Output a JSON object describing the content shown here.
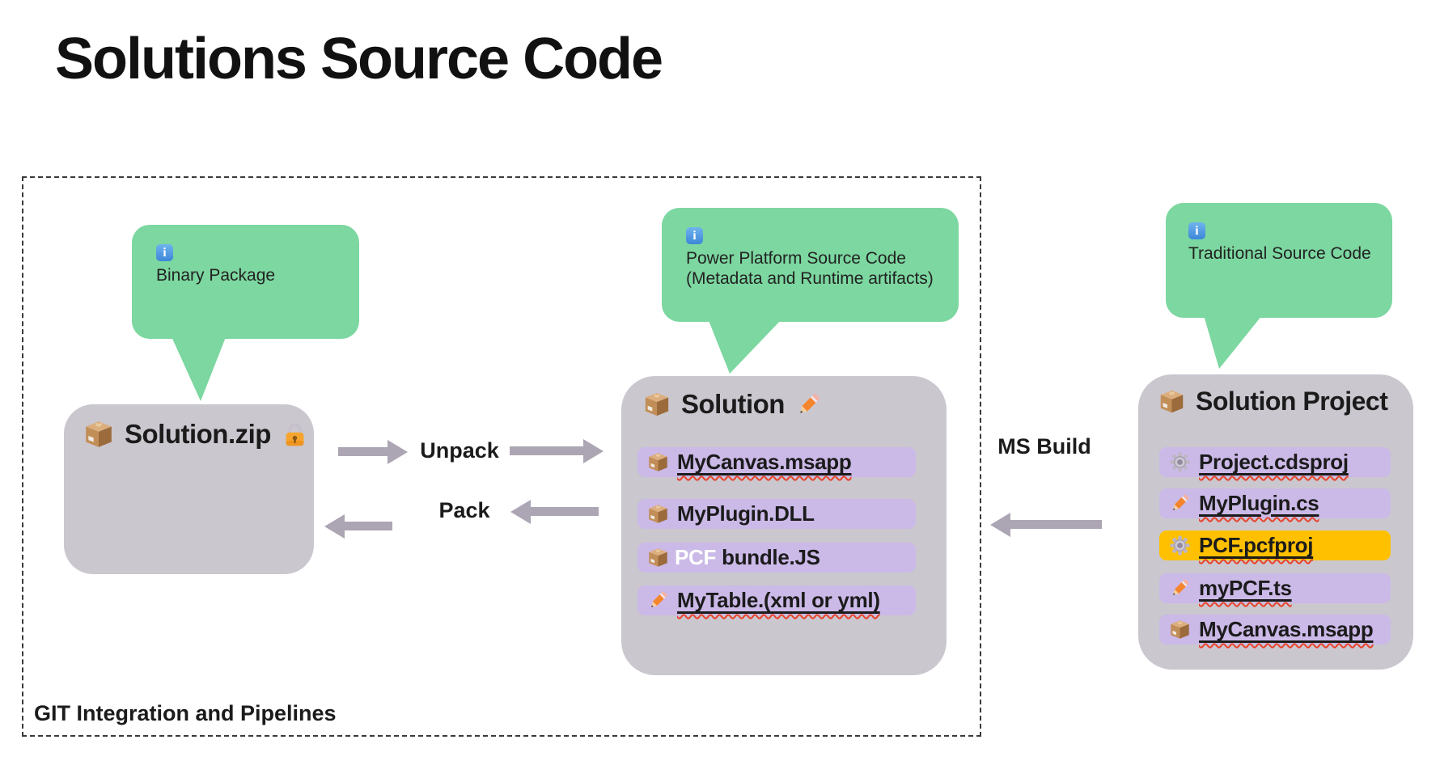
{
  "title": "Solutions Source Code",
  "git_container": {
    "label": "GIT Integration and Pipelines"
  },
  "colors": {
    "green": "#7cd7a0",
    "box_gray": "#cac7cf",
    "pill_purple": "#cbb9e7",
    "pill_yellow": "#ffc000",
    "arrow": "#aca6b4",
    "squiggle_red": "#e8432c"
  },
  "callouts": {
    "binary": {
      "icon": "info-icon",
      "lines": [
        "Binary Package"
      ]
    },
    "powerplatform": {
      "icon": "info-icon",
      "lines": [
        "Power Platform Source Code",
        "(Metadata and Runtime artifacts)"
      ]
    },
    "traditional": {
      "icon": "info-icon",
      "lines": [
        "Traditional Source Code"
      ]
    }
  },
  "zip_box": {
    "title": "Solution.zip",
    "title_icon": "package-icon",
    "suffix_icon": "lock-icon"
  },
  "solution_box": {
    "title": "Solution",
    "title_icon": "package-icon",
    "suffix_icon": "pencil-icon",
    "items": [
      {
        "icon": "package-icon",
        "text": "MyCanvas.msapp",
        "underline": true,
        "squiggle": true
      },
      {
        "icon": "package-icon",
        "text": "MyPlugin.DLL"
      },
      {
        "icon": "package-icon",
        "prefix": "PCF",
        "prefix_color": "#ffffff",
        "text": "bundle.JS"
      },
      {
        "icon": "pencil-icon",
        "text": "MyTable.(xml or yml)",
        "underline": true,
        "squiggle": true
      }
    ]
  },
  "project_box": {
    "title": "Solution Project",
    "title_icon": "package-icon",
    "items": [
      {
        "icon": "gear-icon",
        "text": "Project.cdsproj",
        "underline": true,
        "squiggle": true
      },
      {
        "icon": "pencil-icon",
        "text": "MyPlugin.cs",
        "underline": true,
        "squiggle": true
      },
      {
        "icon": "gear-icon",
        "text": "PCF.pcfproj",
        "underline": true,
        "squiggle": true,
        "highlight": true
      },
      {
        "icon": "pencil-icon",
        "text": "myPCF.ts",
        "underline": true,
        "squiggle": true
      },
      {
        "icon": "package-icon",
        "text": "MyCanvas.msapp",
        "underline": true,
        "squiggle": true
      }
    ]
  },
  "flow_labels": {
    "unpack": "Unpack",
    "pack": "Pack",
    "msbuild": "MS Build"
  }
}
